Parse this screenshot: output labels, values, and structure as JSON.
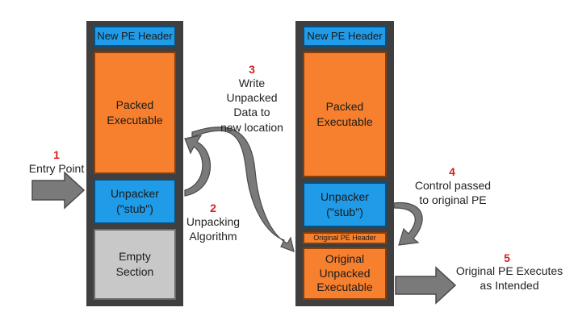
{
  "left_column": {
    "header": "New PE Header",
    "packed": "Packed\nExecutable",
    "unpacker": "Unpacker\n(\"stub\")",
    "empty": "Empty\nSection"
  },
  "right_column": {
    "header": "New PE Header",
    "packed": "Packed\nExecutable",
    "unpacker": "Unpacker\n(\"stub\")",
    "orig_header": "Original PE Header",
    "orig_unpacked": "Original\nUnpacked\nExecutable"
  },
  "steps": [
    {
      "number": "1",
      "text": "Entry Point"
    },
    {
      "number": "2",
      "text": "Unpacking\nAlgorithm"
    },
    {
      "number": "3",
      "text": "Write\nUnpacked\nData to\nnew location"
    },
    {
      "number": "4",
      "text": "Control passed\nto original PE"
    },
    {
      "number": "5",
      "text": "Original PE Executes\nas Intended"
    }
  ],
  "colors": {
    "blue": "#1f9be8",
    "orange": "#f7802e",
    "gray": "#c8c8c8",
    "frame": "#3f3f3f",
    "step_number": "#d72020",
    "arrow": "#7a7a7a"
  }
}
